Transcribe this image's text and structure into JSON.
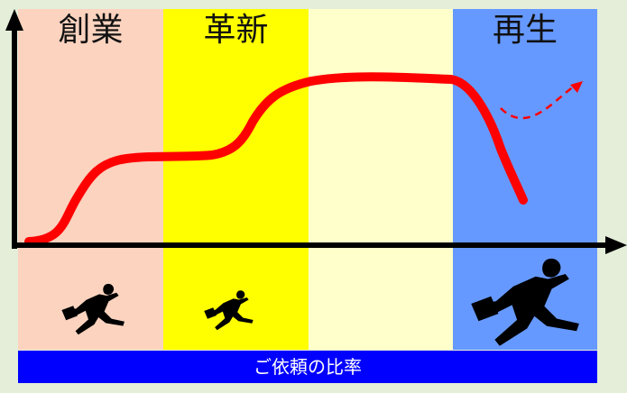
{
  "stages": [
    {
      "label": "創業",
      "color": "#fbd3bf"
    },
    {
      "label": "革新",
      "color": "#ffff00"
    },
    {
      "label": "",
      "color": "#ffffcc"
    },
    {
      "label": "再生",
      "color": "#6699ff"
    }
  ],
  "bottom_label": "ご依頼の比率",
  "colors": {
    "curve": "#ff0000",
    "axes": "#000000",
    "bar": "#0000ff",
    "background": "#e4eed9"
  },
  "icons": [
    "runner-icon",
    "up-arrow-icon",
    "right-arrow-icon"
  ]
}
